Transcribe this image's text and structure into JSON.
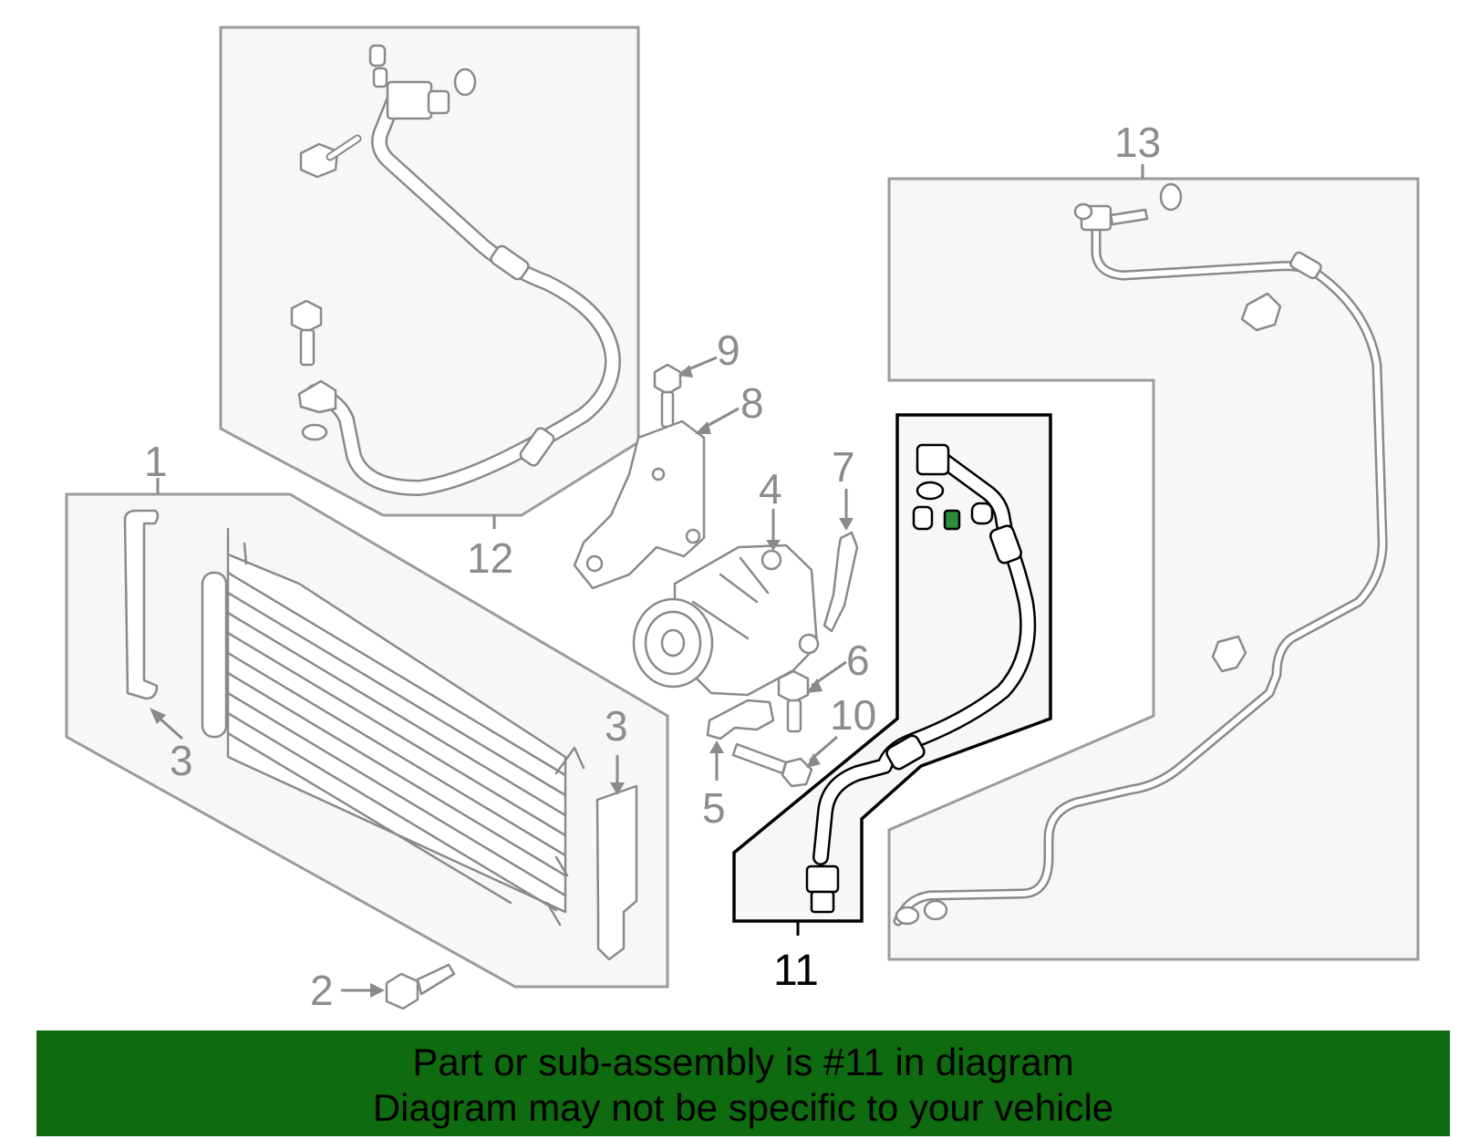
{
  "callouts": {
    "c1": "1",
    "c2": "2",
    "c3a": "3",
    "c3b": "3",
    "c4": "4",
    "c5": "5",
    "c6": "6",
    "c7": "7",
    "c8": "8",
    "c9": "9",
    "c10": "10",
    "c11": "11",
    "c12": "12",
    "c13": "13"
  },
  "highlighted_part": "11",
  "colors": {
    "banner": "#0f6b0f",
    "highlight": "#000000",
    "parts": "#8a8a8a"
  },
  "banner": {
    "line1": "Part or sub-assembly is #11 in diagram",
    "line2": "Diagram may not be specific to your vehicle"
  }
}
